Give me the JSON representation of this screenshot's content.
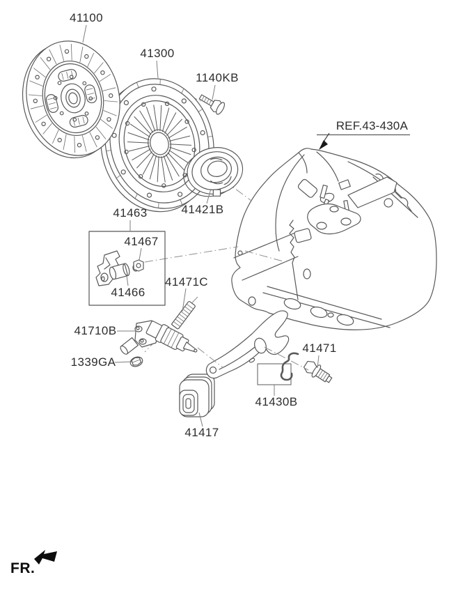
{
  "diagram": {
    "type": "exploded-parts-diagram",
    "subject": "clutch and release fork assembly"
  },
  "colors": {
    "background": "#ffffff",
    "line": "#585858",
    "label_text": "#2d2d2d",
    "leader_line": "#7e7e7e",
    "fr_arrow": "#0c0c0c"
  },
  "parts": {
    "clutch_disc": {
      "label": "41100"
    },
    "clutch_cover": {
      "label": "41300"
    },
    "bolt": {
      "label": "1140KB"
    },
    "reference": {
      "label": "REF.43-430A"
    },
    "release_bearing": {
      "label": "41421B"
    },
    "kit_box": {
      "label": "41463"
    },
    "nut_small": {
      "label": "41467"
    },
    "bushing": {
      "label": "41466"
    },
    "push_rod": {
      "label": "41471C"
    },
    "release_cylinder": {
      "label": "41710B"
    },
    "flange_nut": {
      "label": "1339GA"
    },
    "boot": {
      "label": "41417"
    },
    "release_fork": {
      "label": "41430B"
    },
    "pivot_bolt": {
      "label": "41471"
    },
    "front_indicator": {
      "label": "FR."
    }
  }
}
